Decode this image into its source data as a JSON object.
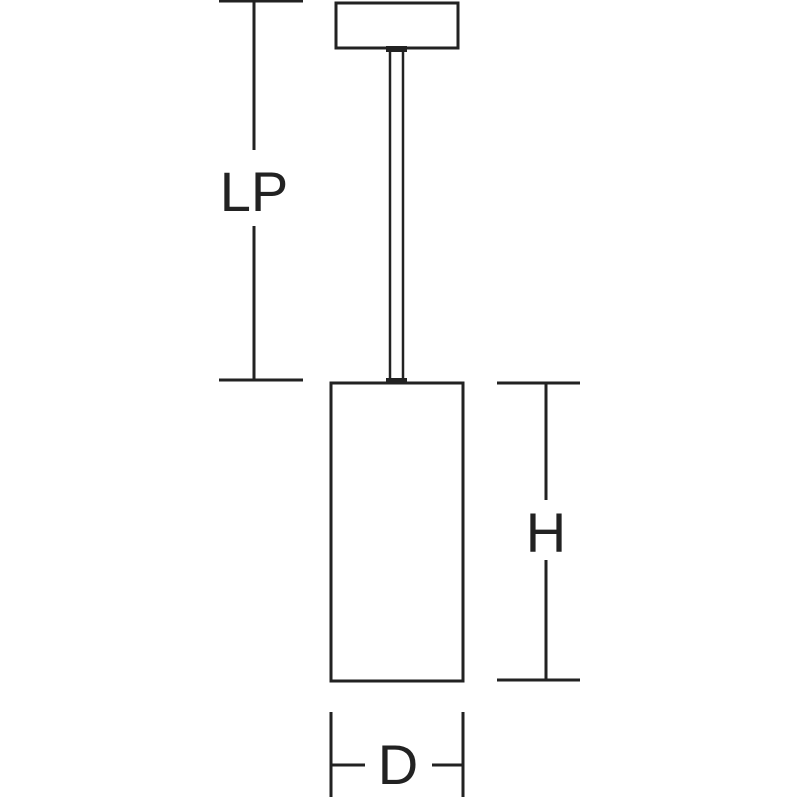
{
  "diagram": {
    "labels": {
      "lp": "LP",
      "h": "H",
      "d": "D"
    },
    "colors": {
      "stroke": "#222222",
      "background": "#ffffff"
    }
  }
}
